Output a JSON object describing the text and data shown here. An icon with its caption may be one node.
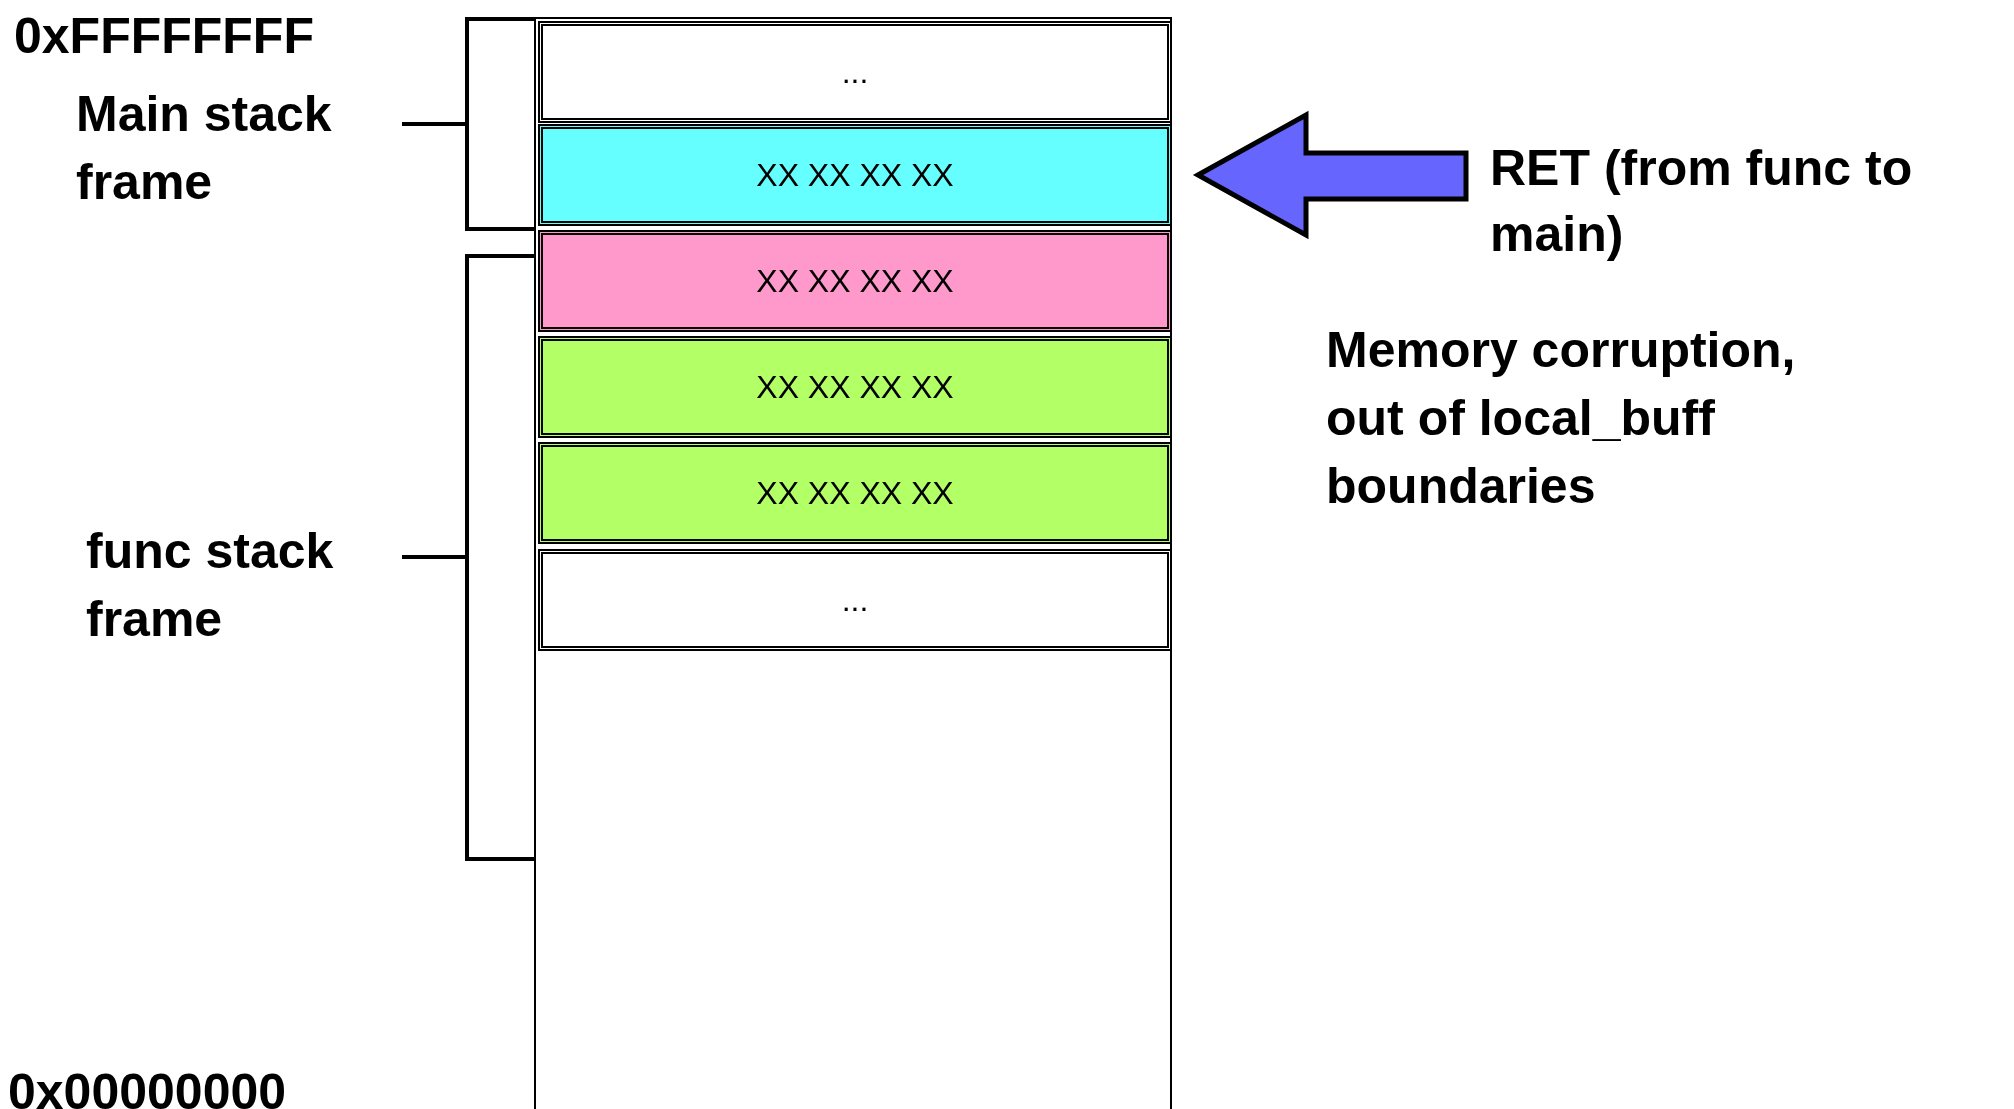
{
  "diagram": {
    "nodes": [
      {
        "text": [],
        "shape": "box"
      },
      {
        "text": [
          "..."
        ],
        "in": 0
      },
      {
        "text": [
          "XX XX XX XX"
        ],
        "in": 0
      },
      {
        "text": [
          "XX XX XX XX"
        ],
        "in": 0
      },
      {
        "text": [
          "XX XX XX XX"
        ],
        "in": 0
      },
      {
        "text": [
          "XX XX XX XX"
        ],
        "in": 0
      },
      {
        "text": [
          "..."
        ],
        "in": 0
      },
      {
        "text": [
          "RET (from func to main)"
        ]
      }
    ],
    "edges": [
      {
        "from": 7,
        "to": 2,
        "arrow": "to"
      }
    ],
    "labels": [
      "0xFFFFFFFF",
      "Main stack frame",
      "func stack frame",
      "Memory corruption, out of local_buff boundaries",
      "0x00000000"
    ]
  }
}
